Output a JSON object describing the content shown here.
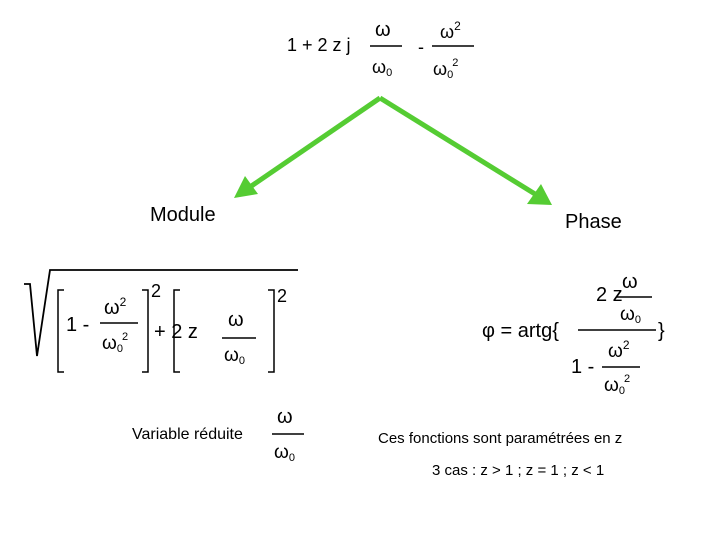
{
  "colors": {
    "arrow": "#55cc33",
    "text": "#000000",
    "background": "#ffffff"
  },
  "top_formula": {
    "lhs": "1 + 2 z j",
    "frac1_num": "ω",
    "frac1_den": "ω",
    "frac1_den_sub": "0",
    "minus": "-",
    "frac2_num": "ω",
    "frac2_num_sup": "2",
    "frac2_den": "ω",
    "frac2_den_sub": "0",
    "frac2_den_sup": "2"
  },
  "labels": {
    "module": "Module",
    "phase": "Phase"
  },
  "module_formula": {
    "one_minus": "1 -",
    "frac_num": "ω",
    "frac_num_sup": "2",
    "frac_den": "ω",
    "frac_den_sub": "0",
    "frac_den_sup": "2",
    "bracket1_exp": "2",
    "plus_2z": "+ 2 z",
    "frac2_num": "ω",
    "frac2_den": "ω",
    "frac2_den_sub": "0",
    "bracket2_exp": "2"
  },
  "reduced_variable": {
    "label": "Variable réduite",
    "num": "ω",
    "den": "ω",
    "den_sub": "0"
  },
  "phase_formula": {
    "phi_eq": "φ  = artg{",
    "two_z": "2 z",
    "num_num": "ω",
    "num_den": "ω",
    "num_den_sub": "0",
    "one_minus": "1 -",
    "den_num": "ω",
    "den_num_sup": "2",
    "den_den": "ω",
    "den_den_sub": "0",
    "den_den_sup": "2",
    "close_brace": "}"
  },
  "notes": {
    "line1": "Ces fonctions sont paramétrées en z",
    "line2": "3 cas : z > 1 ; z = 1 ; z < 1"
  }
}
